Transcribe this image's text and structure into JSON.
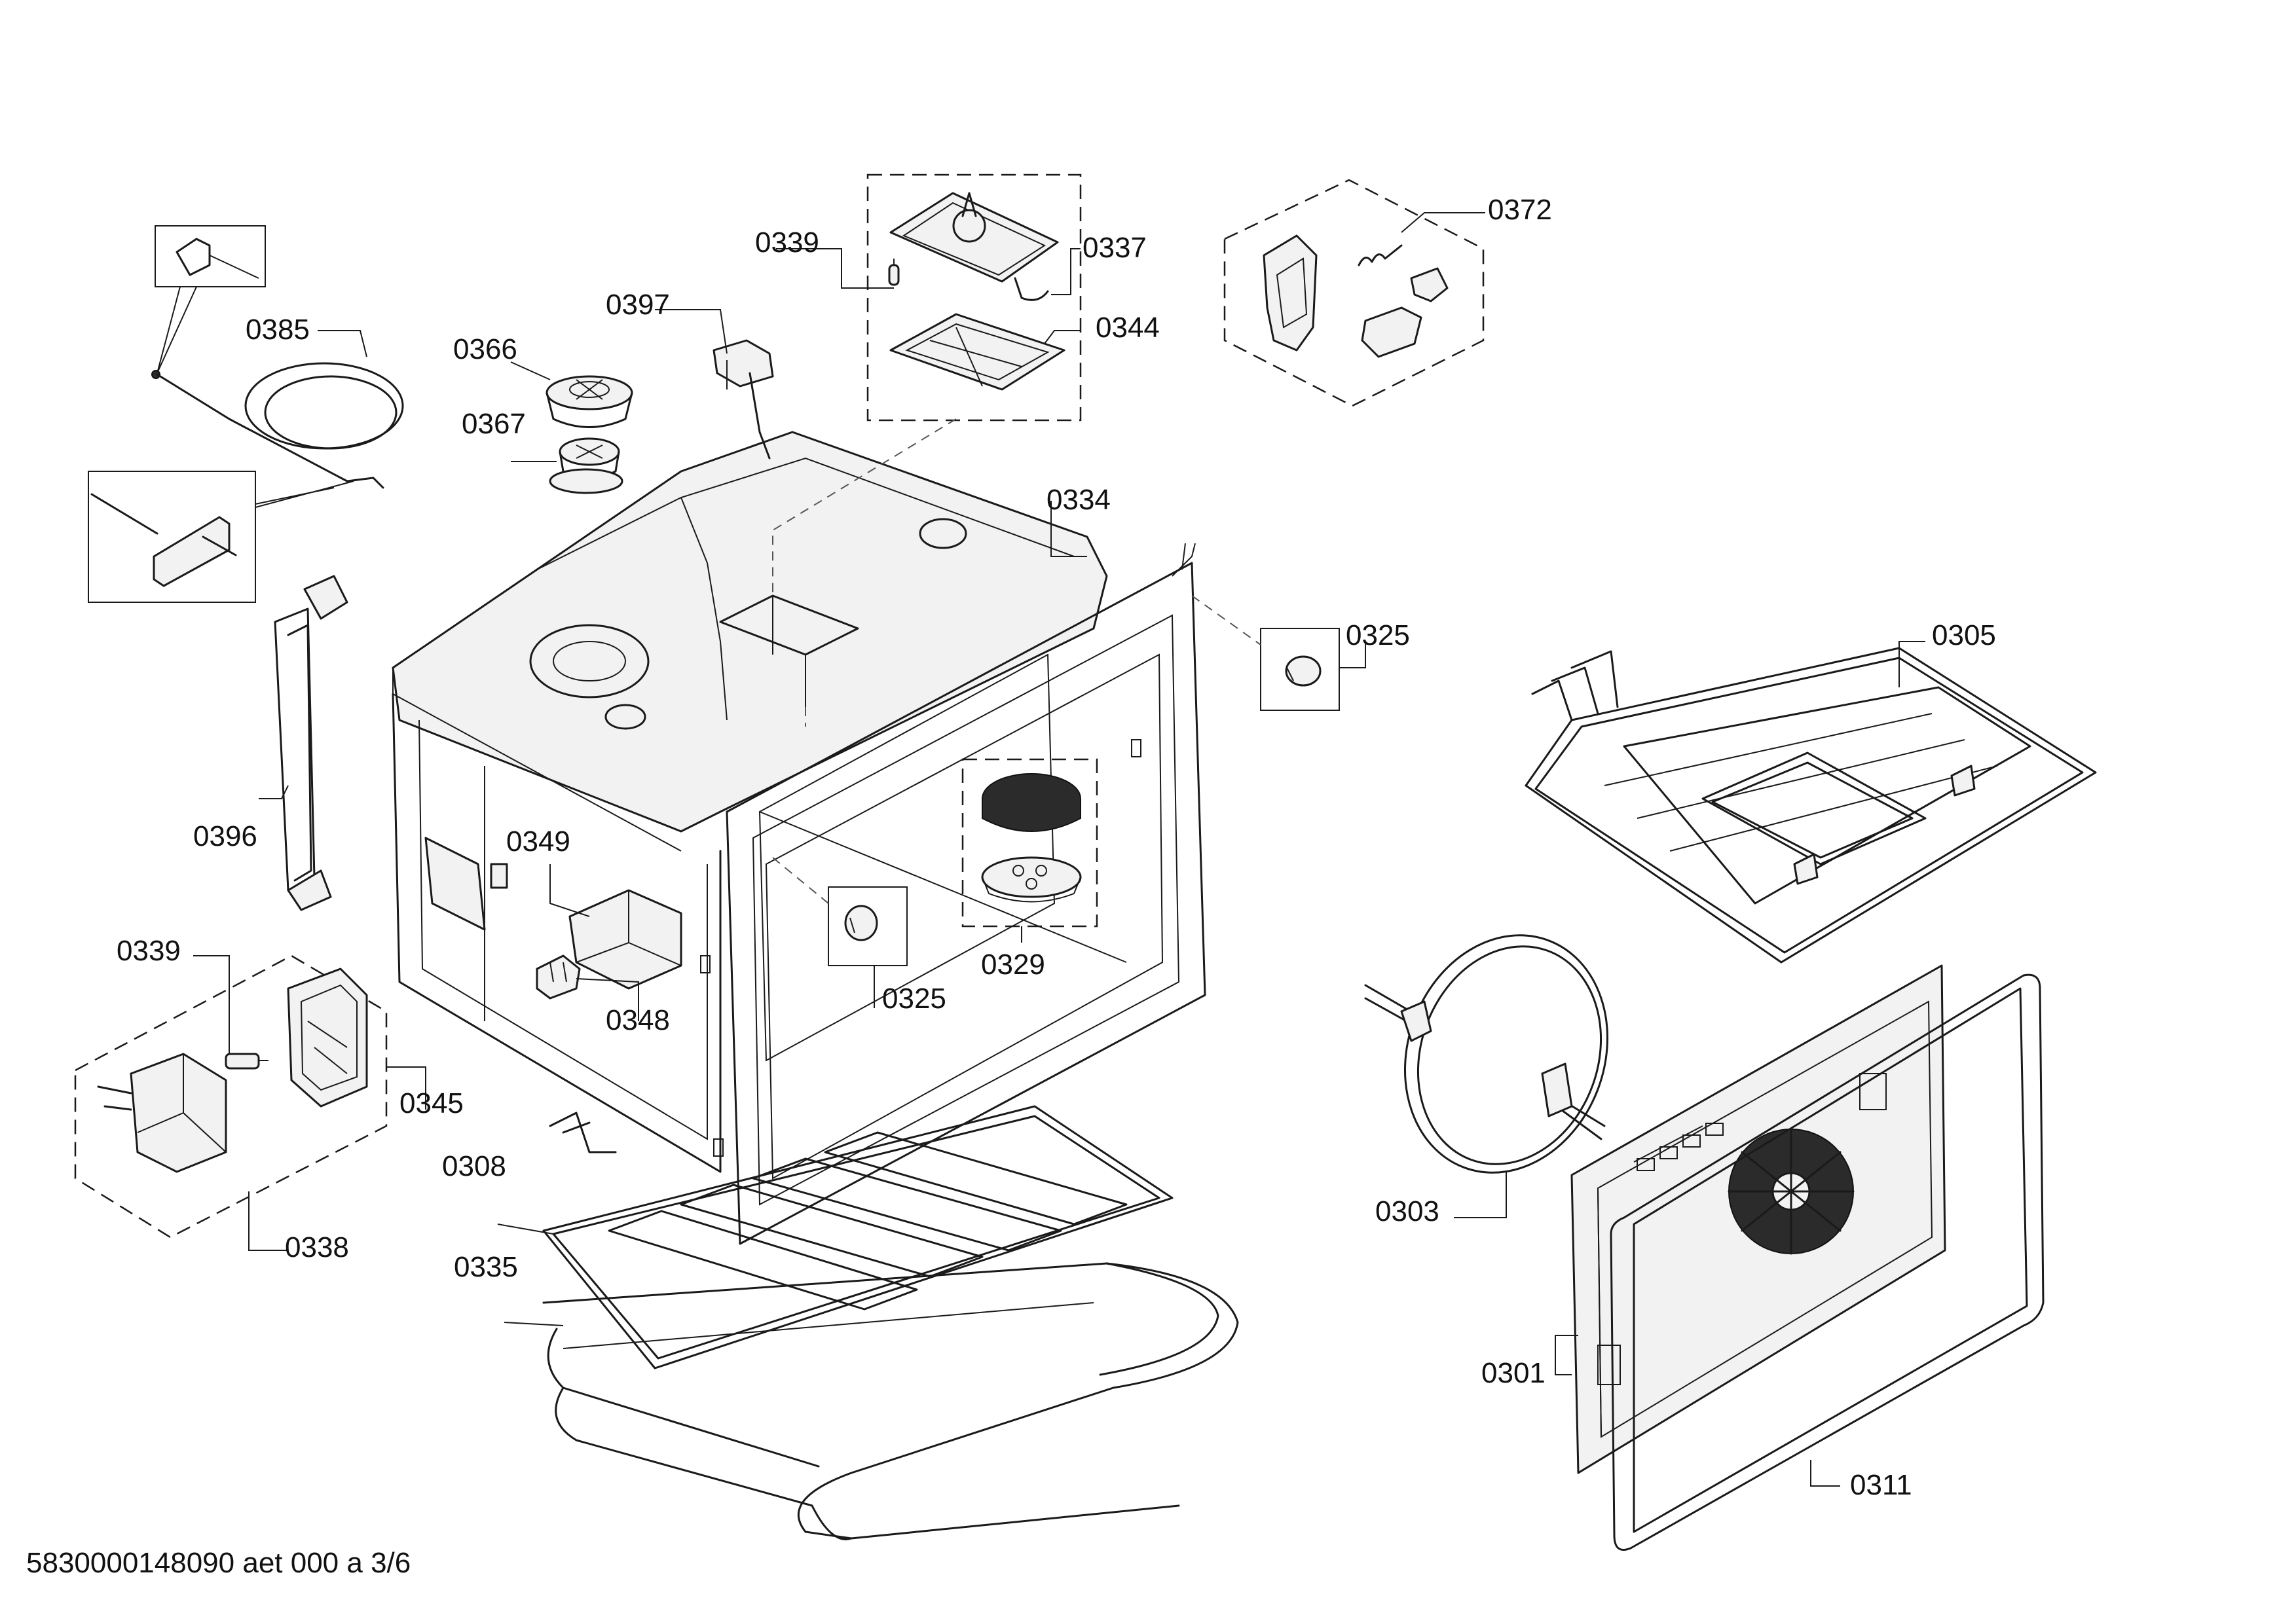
{
  "document": {
    "reference": "5830000148090 aet 000 a 3/6"
  },
  "callouts": [
    "0385",
    "0366",
    "0397",
    "0367",
    "0339",
    "0337",
    "0344",
    "0372",
    "0334",
    "0325",
    "0305",
    "0396",
    "0349",
    "0329",
    "0339",
    "0325",
    "0348",
    "0345",
    "0308",
    "0338",
    "0335",
    "0303",
    "0301",
    "0311"
  ]
}
